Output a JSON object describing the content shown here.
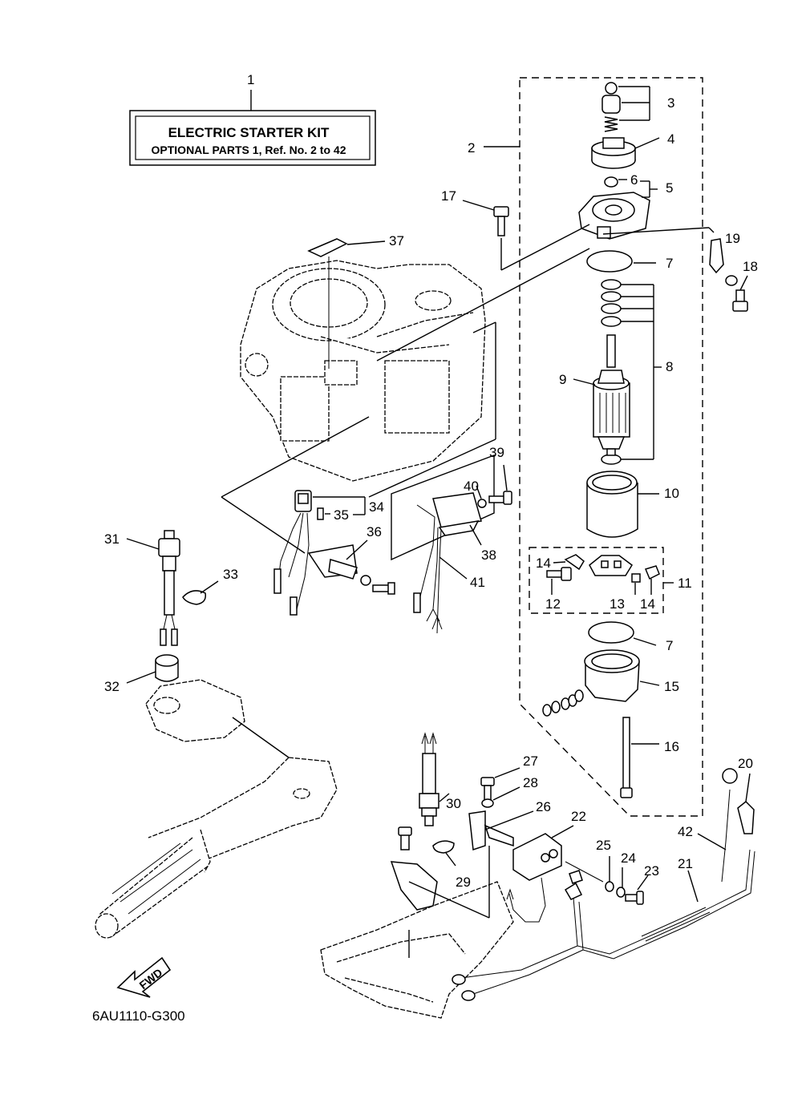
{
  "kit_label": {
    "title": "ELECTRIC STARTER KIT",
    "subtitle": "OPTIONAL PARTS 1,  Ref. No. 2 to 42"
  },
  "figure_code": "6AU1110-G300",
  "fwd_label": "FWD",
  "callouts": {
    "c1": "1",
    "c2": "2",
    "c3": "3",
    "c4": "4",
    "c5": "5",
    "c6": "6",
    "c7a": "7",
    "c7b": "7",
    "c8": "8",
    "c9": "9",
    "c10": "10",
    "c11": "11",
    "c12": "12",
    "c13": "13",
    "c14a": "14",
    "c14b": "14",
    "c15": "15",
    "c16": "16",
    "c17": "17",
    "c18": "18",
    "c19": "19",
    "c20": "20",
    "c21": "21",
    "c22": "22",
    "c23": "23",
    "c24": "24",
    "c25": "25",
    "c26": "26",
    "c27": "27",
    "c28": "28",
    "c29": "29",
    "c30": "30",
    "c31": "31",
    "c32": "32",
    "c33": "33",
    "c34": "34",
    "c35": "35",
    "c36": "36",
    "c37": "37",
    "c38": "38",
    "c39": "39",
    "c40": "40",
    "c41": "41",
    "c42": "42"
  }
}
